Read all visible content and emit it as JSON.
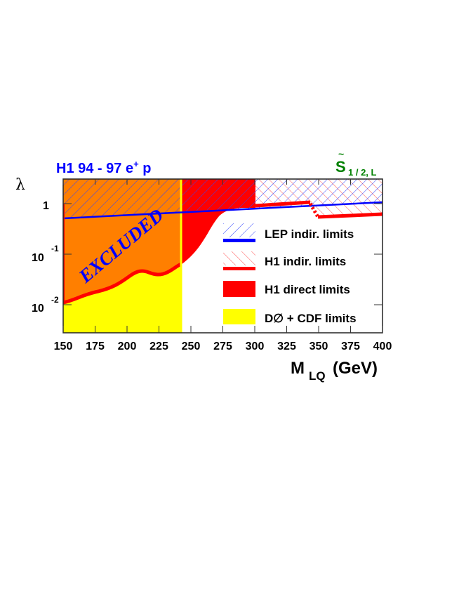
{
  "chart_data": {
    "type": "area",
    "title": "H1 94 - 97 e+ p",
    "title_parts": {
      "main": "H1 94 - 97 e",
      "sup": "+",
      "tail": " p"
    },
    "channel_label": {
      "main": "S",
      "tilde": "~",
      "sub": "1 / 2, L"
    },
    "xlabel": "M LQ (GeV)",
    "xlabel_parts": {
      "main": "M",
      "sub": "LQ",
      "tail": "(GeV)"
    },
    "ylabel": "λ",
    "xlim": [
      150,
      400
    ],
    "ylim": [
      0.003,
      3
    ],
    "yscale": "log",
    "x_ticks": [
      "150",
      "175",
      "200",
      "225",
      "250",
      "275",
      "300",
      "325",
      "350",
      "375",
      "400"
    ],
    "y_ticks": [
      {
        "value": 1,
        "label": "1",
        "sup": ""
      },
      {
        "value": 0.1,
        "label": "10",
        "sup": "-1"
      },
      {
        "value": 0.01,
        "label": "10",
        "sup": "-2"
      }
    ],
    "annotation": "EXCLUDED",
    "legend": [
      {
        "label": "LEP indir. limits",
        "style": "blue-hatch-line",
        "color": "#0000ff"
      },
      {
        "label": "H1 indir. limits",
        "style": "red-hatch-line",
        "color": "#ff0000"
      },
      {
        "label": "H1 direct limits",
        "style": "solid",
        "color": "#ff0000"
      },
      {
        "label": "D∅ + CDF limits",
        "style": "solid",
        "color": "#ffff00"
      }
    ],
    "series": [
      {
        "name": "LEP indir. limits",
        "x": [
          150,
          400
        ],
        "values": [
          0.55,
          1.1
        ]
      },
      {
        "name": "H1 indir. limits",
        "x": [
          300,
          344,
          350,
          400
        ],
        "values": [
          0.85,
          1.0,
          0.52,
          0.58
        ]
      },
      {
        "name": "H1 direct limits",
        "x": [
          150,
          175,
          200,
          215,
          225,
          242,
          250,
          260,
          275,
          285,
          300
        ],
        "values": [
          0.012,
          0.018,
          0.033,
          0.05,
          0.04,
          0.065,
          0.09,
          0.15,
          0.4,
          0.65,
          0.8
        ]
      },
      {
        "name": "D∅ + CDF limits",
        "x": [
          150,
          242
        ],
        "values": [
          0.003,
          0.003
        ],
        "mass_limit": 242
      }
    ],
    "colors": {
      "excluded_orange": "#ff7f00",
      "red": "#ff0000",
      "yellow": "#ffff00",
      "blue": "#0000ff",
      "green": "#008000"
    },
    "grid": false,
    "legend_position": "inside-lower-right"
  }
}
